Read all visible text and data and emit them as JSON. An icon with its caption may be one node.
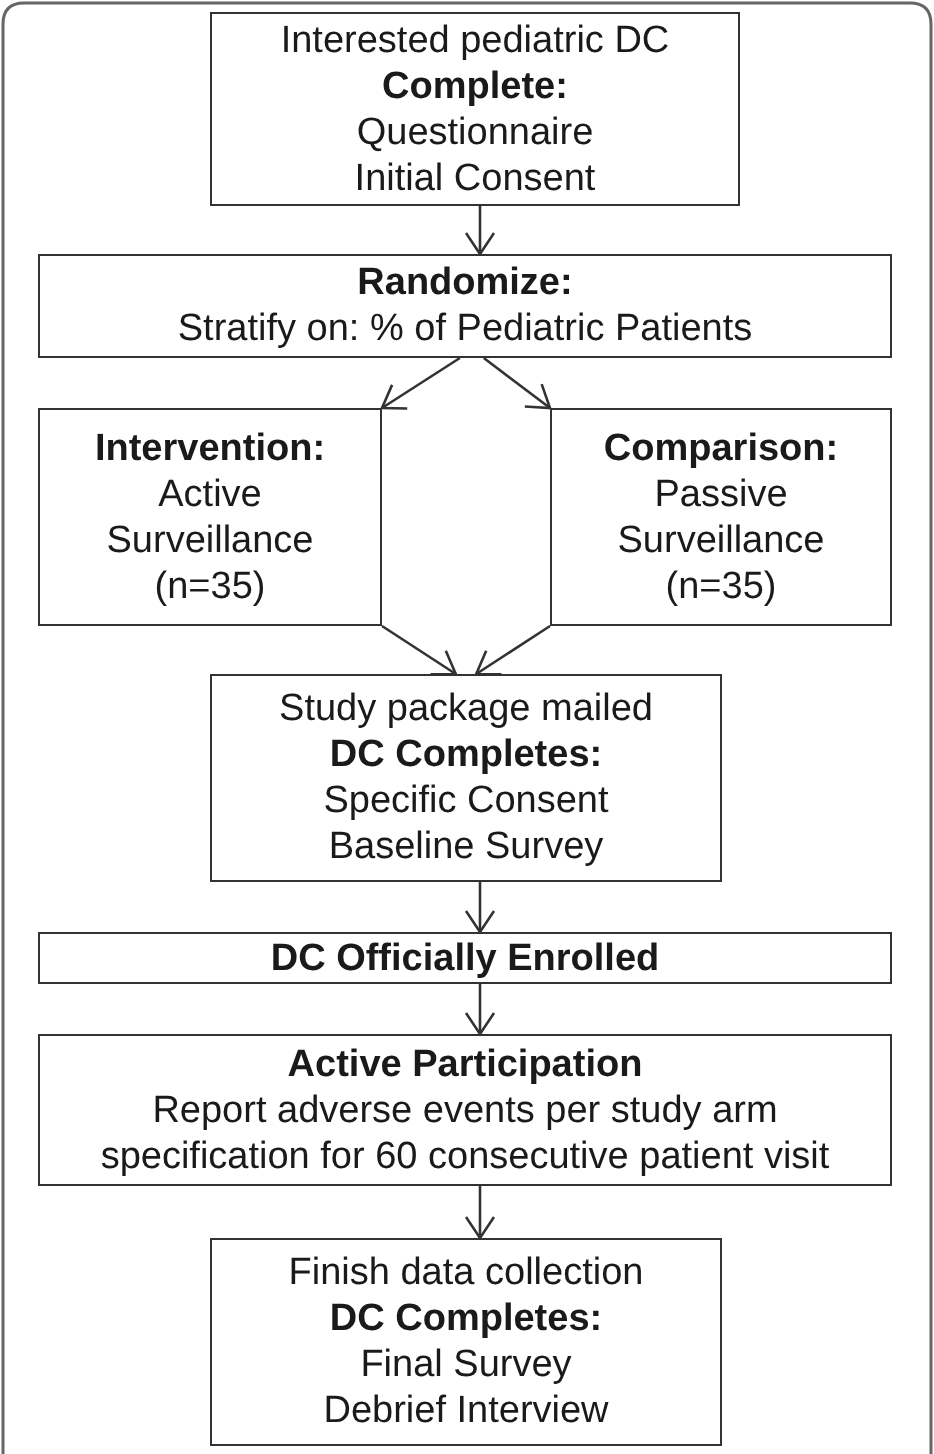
{
  "diagram": {
    "nodes": [
      {
        "text": [
          "Interested pediatric DC",
          "Complete:",
          "Questionnaire",
          "Initial Consent"
        ]
      },
      {
        "text": [
          "Randomize:",
          "Stratify on: % of Pediatric Patients"
        ]
      },
      {
        "text": [
          "Intervention:",
          "Active Surveillance",
          "(n=35)"
        ]
      },
      {
        "text": [
          "Comparison:",
          "Passive Surveillance",
          "(n=35)"
        ]
      },
      {
        "text": [
          "Study package mailed",
          "DC Completes:",
          "Specific Consent",
          "Baseline Survey"
        ]
      },
      {
        "text": [
          "DC Officially Enrolled"
        ]
      },
      {
        "text": [
          "Active Participation",
          "Report adverse events per study arm specification for 60 consecutive patient visit"
        ]
      },
      {
        "text": [
          "Finish data collection",
          "DC Completes:",
          "Final Survey",
          "Debrief Interview"
        ]
      }
    ],
    "edges": [
      {
        "from": 0,
        "to": 1,
        "arrow": "to"
      },
      {
        "from": 1,
        "to": 2,
        "arrow": "to"
      },
      {
        "from": 1,
        "to": 3,
        "arrow": "to"
      },
      {
        "from": 2,
        "to": 4,
        "arrow": "to"
      },
      {
        "from": 3,
        "to": 4,
        "arrow": "to"
      },
      {
        "from": 4,
        "to": 5,
        "arrow": "to"
      },
      {
        "from": 5,
        "to": 6,
        "arrow": "to"
      },
      {
        "from": 6,
        "to": 7,
        "arrow": "to"
      }
    ]
  }
}
